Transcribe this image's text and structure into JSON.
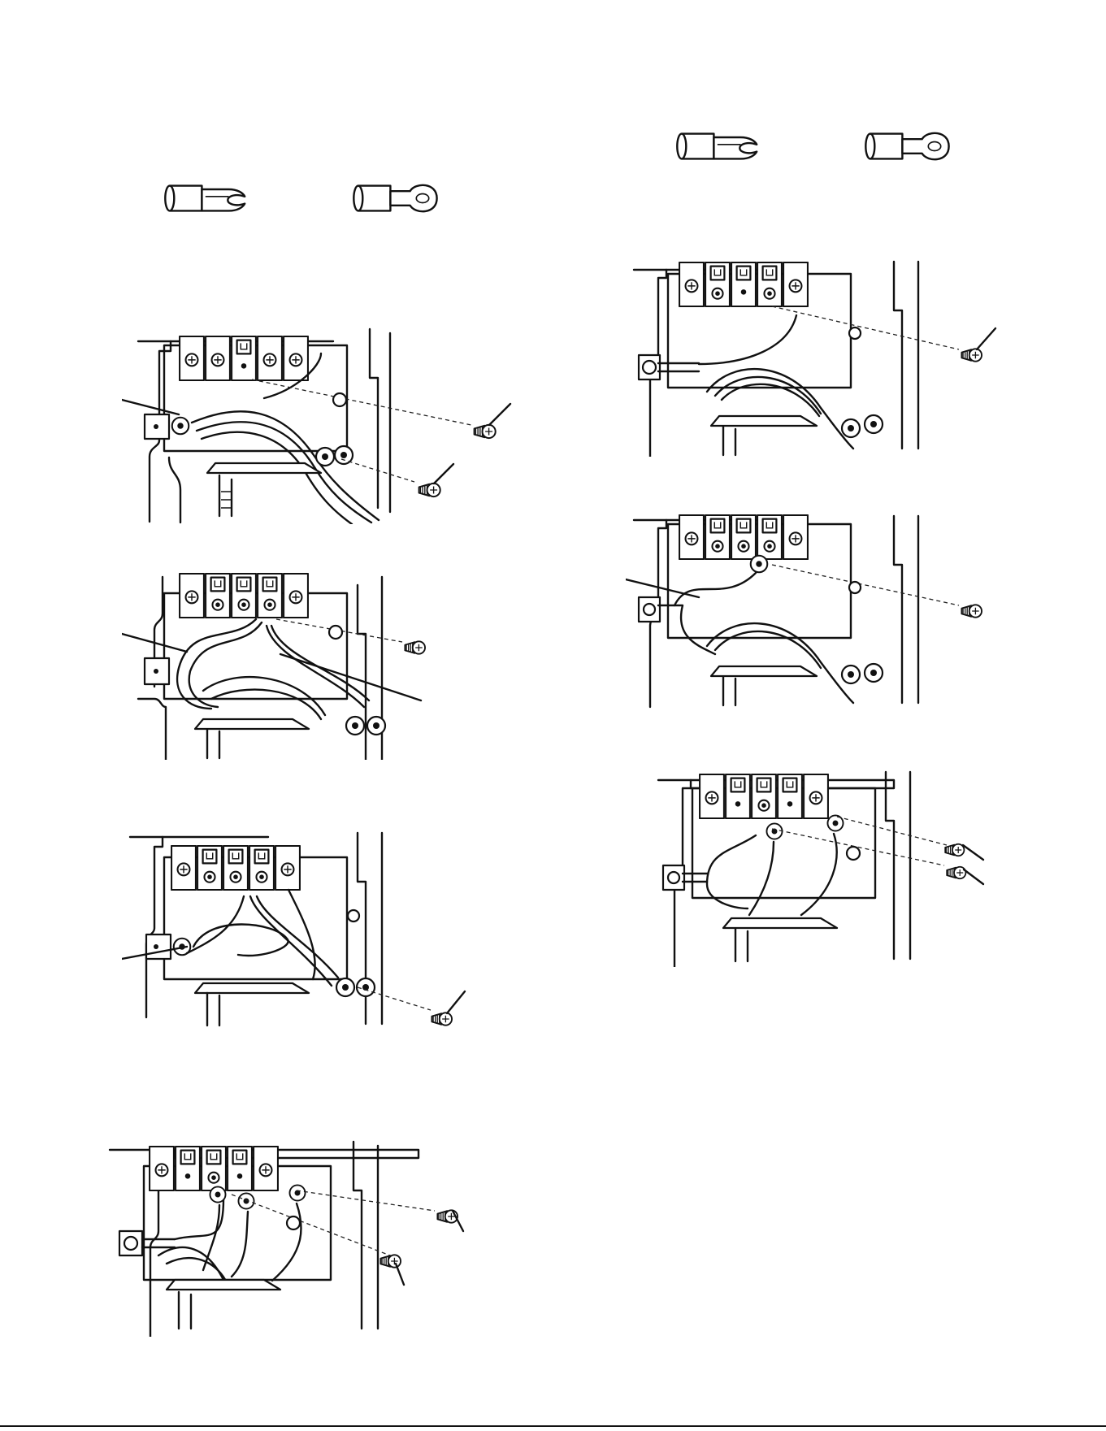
{
  "page": {
    "background": "#ffffff",
    "ink": "#111111"
  },
  "terminals": {
    "left_pair": [
      "spade-terminal-icon",
      "ring-terminal-icon"
    ],
    "right_pair": [
      "spade-terminal-icon",
      "ring-terminal-icon"
    ]
  },
  "figures": [
    {
      "id": "fig-left-1",
      "screws": 2,
      "leader": true
    },
    {
      "id": "fig-left-2",
      "screws": 1,
      "leader": true
    },
    {
      "id": "fig-left-3",
      "screws": 1,
      "leader": true
    },
    {
      "id": "fig-left-4",
      "screws": 2,
      "leader": false
    },
    {
      "id": "fig-right-1",
      "screws": 1,
      "leader": false
    },
    {
      "id": "fig-right-2",
      "screws": 1,
      "leader": true
    },
    {
      "id": "fig-right-3",
      "screws": 2,
      "leader": false
    }
  ]
}
